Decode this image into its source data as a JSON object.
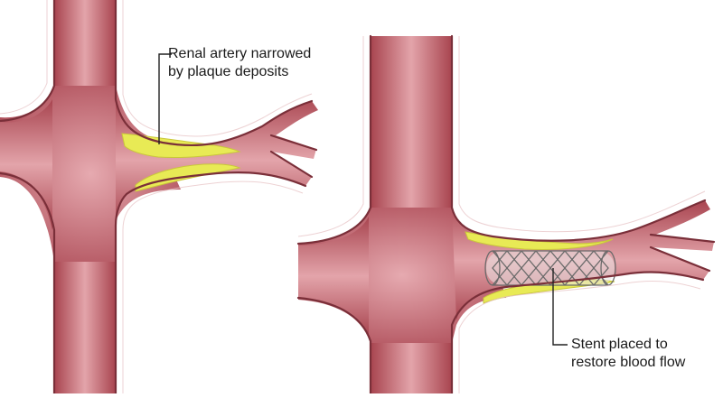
{
  "labels": {
    "narrowed": {
      "line1": "Renal artery narrowed",
      "line2": "by plaque deposits"
    },
    "stent": {
      "line1": "Stent placed to",
      "line2": "restore blood flow"
    }
  },
  "colors": {
    "vessel_fill": "#b5525d",
    "vessel_highlight": "#e9b2b6",
    "vessel_wall": "#8d3c46",
    "plaque": "#e6e84f",
    "stent": "#6f6f6f",
    "outline": "#222222"
  }
}
